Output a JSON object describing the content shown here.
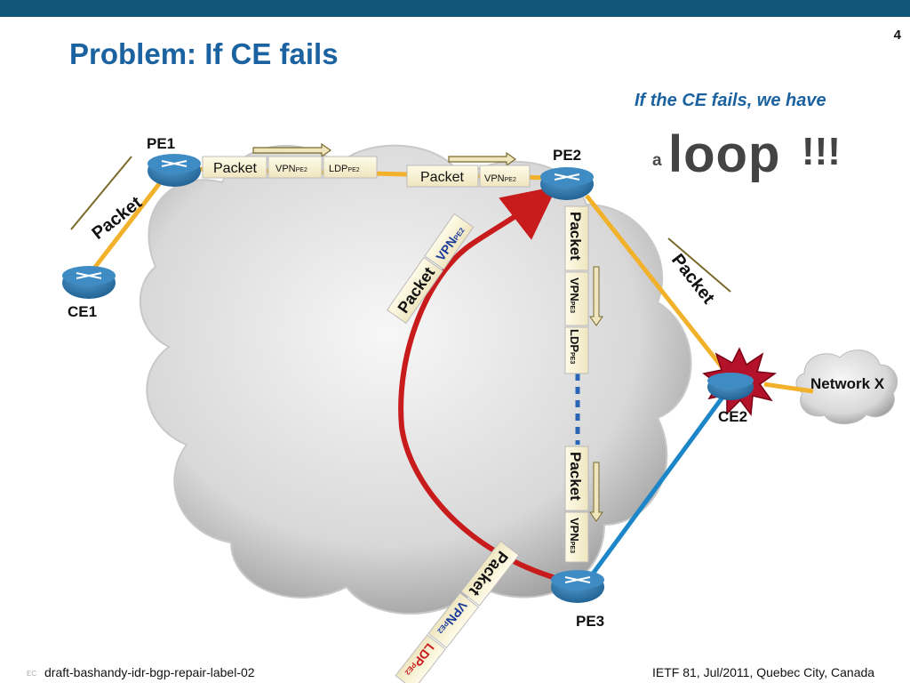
{
  "slide": {
    "number": "4",
    "title": "Problem: If CE fails"
  },
  "annotation": {
    "line1": "If the CE fails, we have",
    "article": "a",
    "word": "loop",
    "exclaim": "!!!"
  },
  "routers": {
    "pe1": "PE1",
    "pe2": "PE2",
    "pe3": "PE3",
    "ce1": "CE1",
    "ce2": "CE2"
  },
  "network": "Network X",
  "labels": {
    "packet": "Packet",
    "vpn": "VPN",
    "ldp": "LDP",
    "sub_pe2": "PE2",
    "sub_pe3": "PE3"
  },
  "footer": {
    "left": "draft-bashandy-idr-bgp-repair-label-02",
    "left_small": "EC",
    "right": "IETF 81, Jul/2011, Quebec City, Canada"
  },
  "colors": {
    "title": "#1a62a0",
    "topbar": "#11557a",
    "link_orange": "#f2b12a",
    "path_red": "#c81c1c",
    "link_blue": "#1d86c8",
    "router": "#2d76a8"
  }
}
